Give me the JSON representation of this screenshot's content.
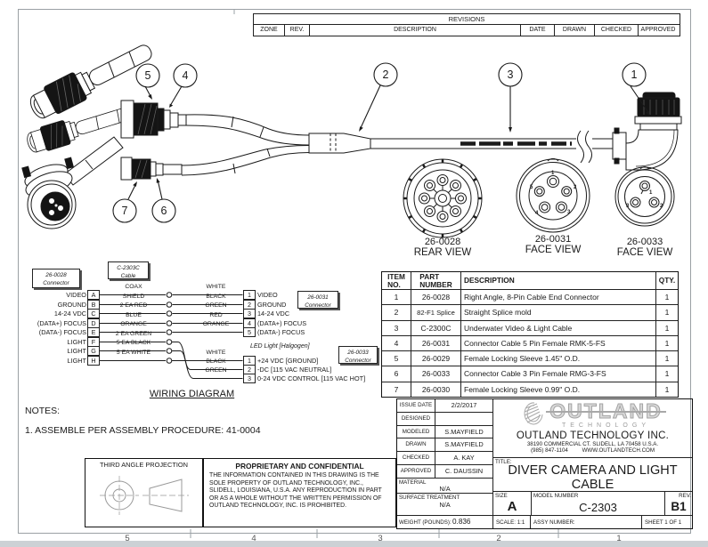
{
  "revisions": {
    "title": "REVISIONS",
    "columns": [
      "ZONE",
      "REV.",
      "DESCRIPTION",
      "DATE",
      "DRAWN",
      "CHECKED",
      "APPROVED"
    ]
  },
  "balloons": {
    "b1": "1",
    "b2": "2",
    "b3": "3",
    "b4": "4",
    "b5": "5",
    "b6": "6",
    "b7": "7"
  },
  "connector_views": [
    {
      "part": "26-0028",
      "view": "REAR VIEW",
      "pins": []
    },
    {
      "part": "26-0031",
      "view": "FACE VIEW",
      "pins": [
        "1",
        "2",
        "3",
        "4",
        "5"
      ]
    },
    {
      "part": "26-0033",
      "view": "FACE VIEW",
      "pins": [
        "1",
        "2",
        "3"
      ]
    }
  ],
  "wiring": {
    "title": "WIRING DIAGRAM",
    "led_note": "LED Light [Halgogen]",
    "conn_left": {
      "l1": "26-0028",
      "l2": "Connector"
    },
    "cable_box": {
      "l1": "C-2303C",
      "l2": "Cable"
    },
    "conn_video": {
      "l1": "26-0031",
      "l2": "Connector"
    },
    "conn_light": {
      "l1": "26-0033",
      "l2": "Connector"
    },
    "left_rows": [
      {
        "signal": "VIDEO",
        "pin": "A",
        "wire": "COAX"
      },
      {
        "signal": "GROUND",
        "pin": "B",
        "wire": "SHIELD"
      },
      {
        "signal": "14-24 VDC",
        "pin": "C",
        "wire": "2 EA RED"
      },
      {
        "signal": "(DATA+) FOCUS",
        "pin": "D",
        "wire": "BLUE"
      },
      {
        "signal": "(DATA-) FOCUS",
        "pin": "E",
        "wire": "ORANGE"
      },
      {
        "signal": "LIGHT",
        "pin": "F",
        "wire": "2 EA GREEN"
      },
      {
        "signal": "LIGHT",
        "pin": "G",
        "wire": "5 EA BLACK"
      },
      {
        "signal": "LIGHT",
        "pin": "H",
        "wire": "5 EA WHITE"
      }
    ],
    "video_rows": [
      {
        "wire": "WHITE",
        "pin": "1",
        "signal": "VIDEO"
      },
      {
        "wire": "BLACK",
        "pin": "2",
        "signal": "GROUND"
      },
      {
        "wire": "GREEN",
        "pin": "3",
        "signal": "14-24 VDC"
      },
      {
        "wire": "RED",
        "pin": "4",
        "signal": "(DATA+) FOCUS"
      },
      {
        "wire": "ORANGE",
        "pin": "5",
        "signal": "(DATA-) FOCUS"
      }
    ],
    "light_rows": [
      {
        "wire": "WHITE",
        "pin": "1",
        "signal": "+24 VDC [GROUND]"
      },
      {
        "wire": "BLACK",
        "pin": "2",
        "signal": "-DC [115 VAC NEUTRAL]"
      },
      {
        "wire": "GREEN",
        "pin": "3",
        "signal": "0-24 VDC CONTROL [115 VAC HOT]"
      }
    ]
  },
  "notes": {
    "heading": "NOTES:",
    "item1": "1.  ASSEMBLE PER ASSEMBLY PROCEDURE: 41-0004"
  },
  "parts": {
    "header_item_1": "ITEM",
    "header_item_2": "NO.",
    "header_part_1": "PART",
    "header_part_2": "NUMBER",
    "header_desc": "DESCRIPTION",
    "header_qty": "QTY.",
    "rows": [
      {
        "item": "1",
        "part": "26-0028",
        "desc": "Right Angle, 8-Pin Cable End Connector",
        "qty": "1"
      },
      {
        "item": "2",
        "part": "82-F1 Splice",
        "desc": "Straight Splice mold",
        "qty": "1"
      },
      {
        "item": "3",
        "part": "C-2300C",
        "desc": "Underwater Video & Light Cable",
        "qty": "1"
      },
      {
        "item": "4",
        "part": "26-0031",
        "desc": "Connector Cable 5 Pin Female RMK-5-FS",
        "qty": "1"
      },
      {
        "item": "5",
        "part": "26-0029",
        "desc": "Female Locking Sleeve 1.45\" O.D.",
        "qty": "1"
      },
      {
        "item": "6",
        "part": "26-0033",
        "desc": "Connector Cable 3 Pin Female RMG-3-FS",
        "qty": "1"
      },
      {
        "item": "7",
        "part": "26-0030",
        "desc": "Female Locking Sleeve 0.99\" O.D.",
        "qty": "1"
      }
    ]
  },
  "projection": {
    "title": "THIRD ANGLE PROJECTION"
  },
  "proprietary": {
    "title": "PROPRIETARY AND CONFIDENTIAL",
    "body": "THE INFORMATION CONTAINED IN THIS DRAWING IS THE SOLE PROPERTY OF OUTLAND TECHNOLOGY, INC., SLIDELL, LOUISIANA, U.S.A.  ANY REPRODUCTION IN PART OR AS A WHOLE WITHOUT THE WRITTEN PERMISSION OF OUTLAND TECHNOLOGY, INC. IS PROHIBITED."
  },
  "title_block": {
    "rows": [
      {
        "label": "ISSUE DATE",
        "value": "2/2/2017"
      },
      {
        "label": "DESIGNED",
        "value": ""
      },
      {
        "label": "MODELED",
        "value": "S.MAYFIELD"
      },
      {
        "label": "DRAWN",
        "value": "S.MAYFIELD"
      },
      {
        "label": "CHECKED",
        "value": "A. KAY"
      },
      {
        "label": "APPROVED",
        "value": "C. DAUSSIN"
      }
    ],
    "material_label": "MATERIAL",
    "material_value": "N/A",
    "surface_label": "SURFACE TREATMENT",
    "surface_value": "N/A",
    "weight_label": "WEIGHT (POUNDS):",
    "weight_value": "0.836",
    "company": {
      "logo_word": "OUTLAND",
      "logo_sub": "TECHNOLOGY",
      "name": "OUTLAND TECHNOLOGY INC.",
      "address": "38190 COMMERCIAL CT.  SLIDELL, LA 70458 U.S.A.",
      "phone": "(985) 847-1104",
      "web": "WWW.OUTLANDTECH.COM"
    },
    "title_label": "TITLE:",
    "title": "DIVER CAMERA AND LIGHT CABLE",
    "size_label": "SIZE",
    "size": "A",
    "model_label": "MODEL NUMBER",
    "model": "C-2303",
    "rev_label": "REV.",
    "rev": "B1",
    "scale": "SCALE: 1:1",
    "assy": "ASSY NUMBER:",
    "sheet": "SHEET 1 OF 1"
  },
  "border": {
    "zones": [
      "5",
      "4",
      "3",
      "2",
      "1"
    ]
  },
  "colors": {
    "ink": "#1a1a1a",
    "frame": "#9aa0a4",
    "logo_gray": "#a3a3a3"
  }
}
